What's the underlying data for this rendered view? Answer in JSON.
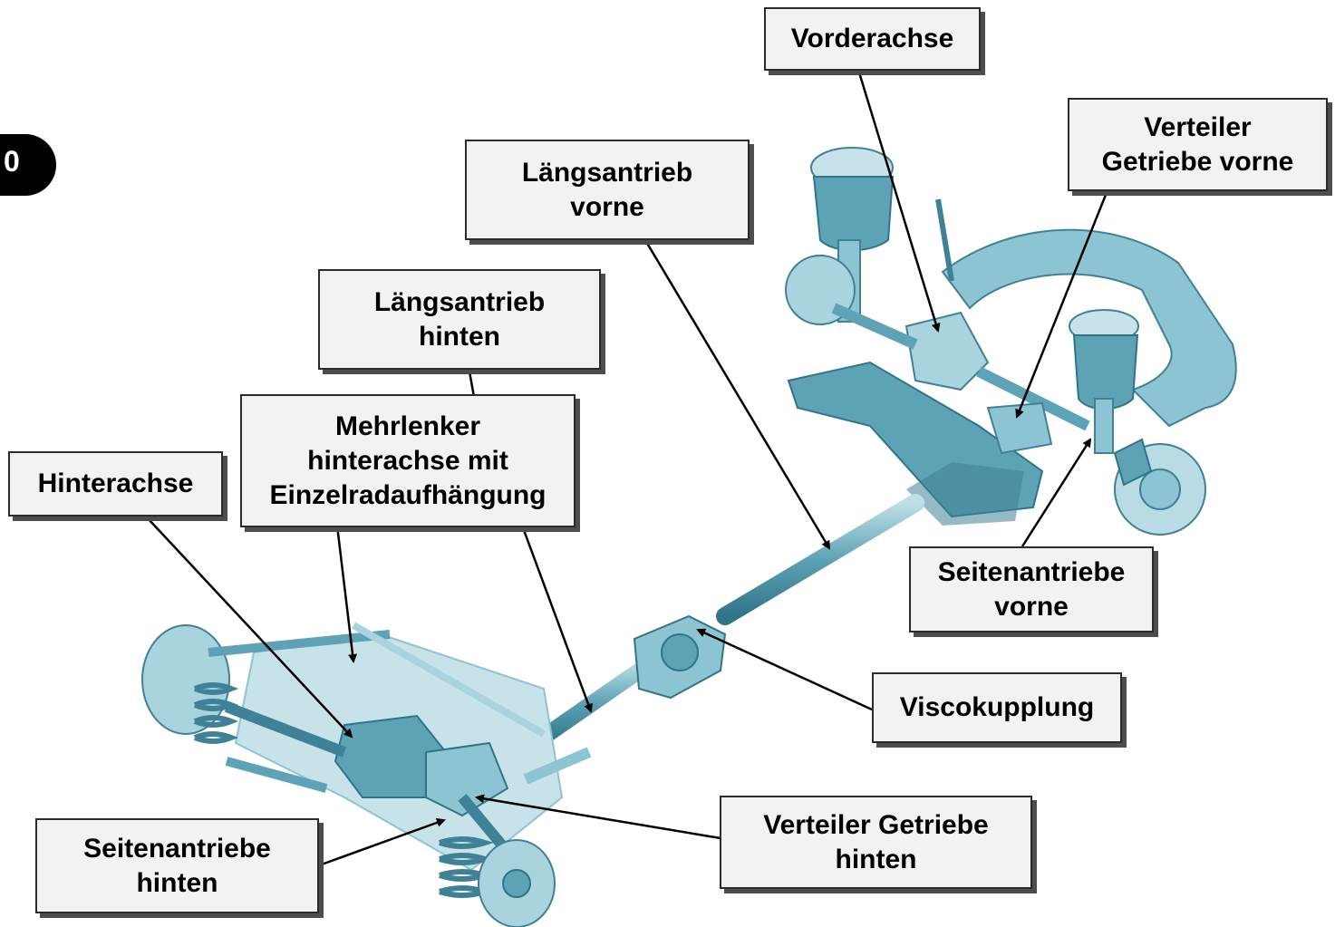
{
  "page_tab": {
    "text": "0"
  },
  "labels": {
    "vorderachse": "Vorderachse",
    "verteiler_getriebe_vorne": "Verteiler\nGetriebe vorne",
    "laengsantrieb_vorne": "Längsantrieb\nvorne",
    "laengsantrieb_hinten": "Längsantrieb\nhinten",
    "mehrlenker": "Mehrlenker\nhinterachse mit\nEinzelradaufhängung",
    "hinterachse": "Hinterachse",
    "seitenantriebe_vorne": "Seitenantriebe\nvorne",
    "viscokupplung": "Viscokupplung",
    "verteiler_getriebe_hinten": "Verteiler Getriebe\nhinten",
    "seitenantriebe_hinten": "Seitenantriebe\nhinten"
  },
  "colors": {
    "component_fill": "#8cc4d2",
    "component_light": "#c8e2ea",
    "component_dark": "#3f8196",
    "leader_line": "#000000"
  }
}
